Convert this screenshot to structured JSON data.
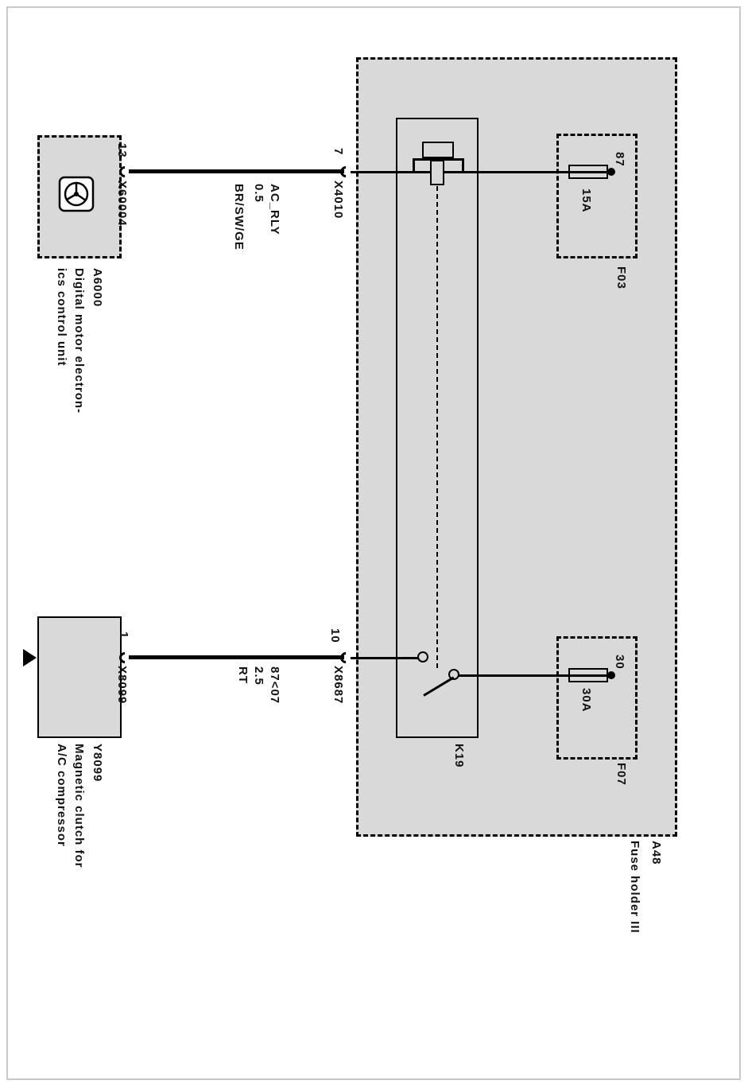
{
  "colors": {
    "box_fill": "#d9d9d9",
    "line": "#000000",
    "page_border": "#c9c9c9"
  },
  "dme": {
    "id": "A6000",
    "name_line1": "Digital motor electron-",
    "name_line2": "ics control unit",
    "pin": "13",
    "connector": "X60004"
  },
  "wire_top": {
    "signal": "AC_RLY",
    "cross_section": "0.5",
    "color_code": "BR/SW/GE"
  },
  "relay": {
    "id": "K19",
    "coil_pin": "7",
    "coil_connector": "X4010",
    "contact_pin": "10",
    "contact_connector": "X8687"
  },
  "fuse_holder": {
    "id": "A48",
    "name": "Fuse holder III"
  },
  "fuse_f03": {
    "id": "F03",
    "terminal": "87",
    "rating": "15A"
  },
  "fuse_f07": {
    "id": "F07",
    "terminal": "30",
    "rating": "30A"
  },
  "compressor": {
    "id": "Y8099",
    "name_line1": "Magnetic clutch for",
    "name_line2": "A/C compressor",
    "pin": "1",
    "connector": "X8099"
  },
  "wire_bottom": {
    "signal": "87<07",
    "cross_section": "2.5",
    "color_code": "RT"
  }
}
